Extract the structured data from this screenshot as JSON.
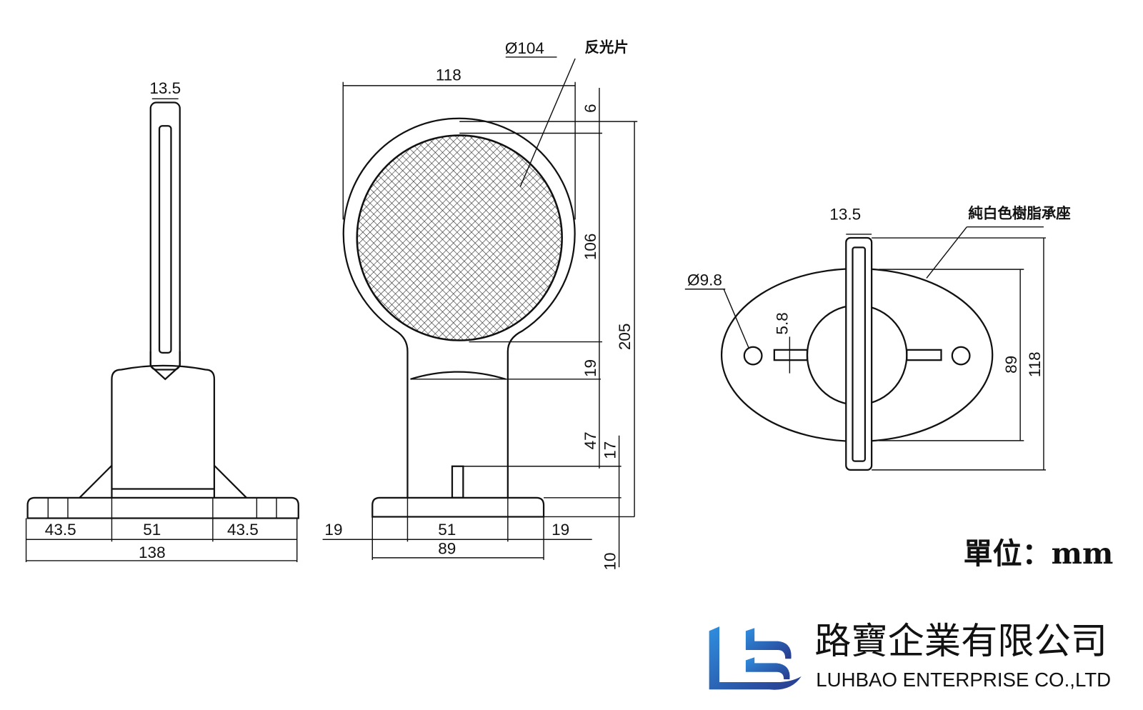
{
  "side_view": {
    "stem_width": "13.5",
    "base_left": "43.5",
    "base_center": "51",
    "base_right": "43.5",
    "base_total": "138"
  },
  "front_view": {
    "reflector_diameter": "Ø104",
    "reflector_label": "反光片",
    "width": "118",
    "top_gap": "6",
    "reflector_height": "106",
    "total_height": "205",
    "neck": "19",
    "column": "47",
    "post": "17",
    "plate": "10",
    "base_left": "19",
    "base_center": "51",
    "base_right": "19",
    "base_total": "89"
  },
  "top_view": {
    "stem_width": "13.5",
    "material_label": "純白色樹脂承座",
    "hole_diameter": "Ø9.8",
    "slot_width": "5.8",
    "ellipse_minor": "89",
    "total_length": "118"
  },
  "unit_label": "單位：mm",
  "company": {
    "name_cn": "路寶企業有限公司",
    "name_en": "LUHBAO ENTERPRISE CO.,LTD",
    "logo_color": "#2a55b0"
  }
}
